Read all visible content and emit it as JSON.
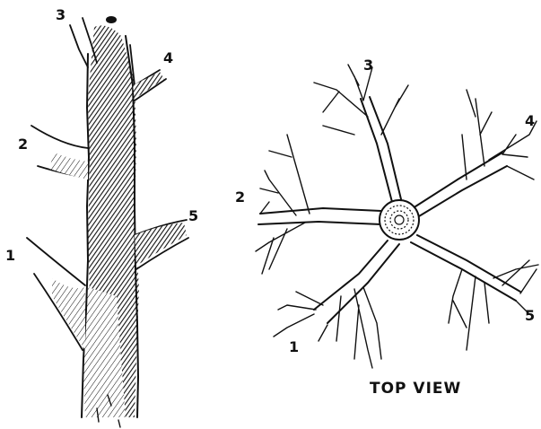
{
  "side_view": {
    "labels": [
      "1",
      "2",
      "3",
      "4",
      "5"
    ]
  },
  "top_view": {
    "labels": [
      "1",
      "2",
      "3",
      "4",
      "5"
    ],
    "caption": "TOP VIEW"
  },
  "colors": {
    "ink": "#111111",
    "paper": "#ffffff"
  }
}
